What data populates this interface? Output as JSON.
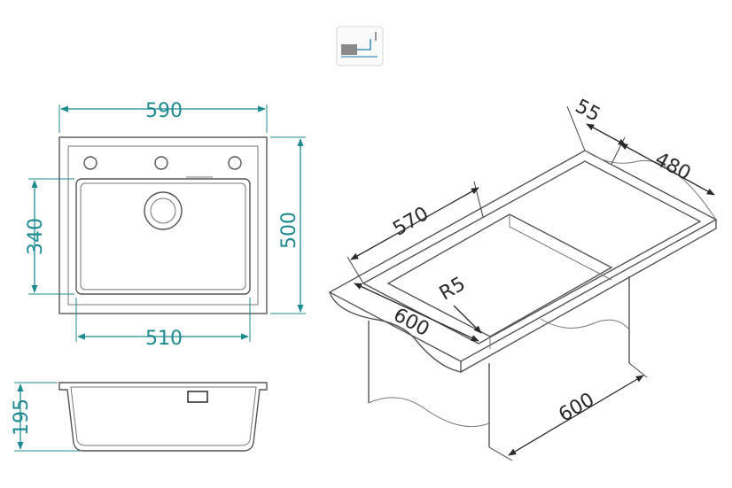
{
  "top_view": {
    "width_outer": "590",
    "height_outer": "500",
    "bowl_height": "340",
    "bowl_width": "510"
  },
  "side_view": {
    "depth": "195"
  },
  "iso_view": {
    "rim": "55",
    "depth": "480",
    "length": "570",
    "radius": "R5",
    "cabinet_front": "600",
    "cabinet_side": "600"
  },
  "colors": {
    "dimension": "#1f8a8f",
    "outline": "#555555"
  },
  "icons": {
    "mount_type": "undermount-icon"
  }
}
